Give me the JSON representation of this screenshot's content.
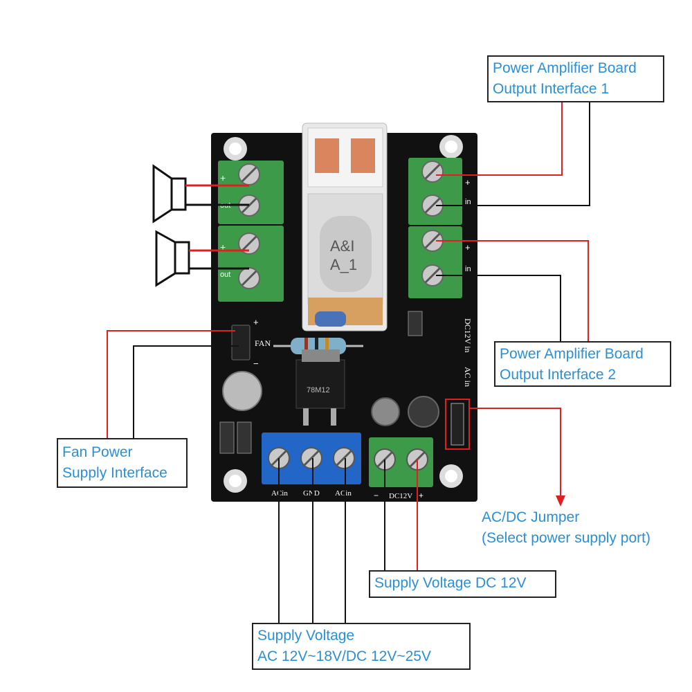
{
  "callouts": {
    "output1": {
      "line1": "Power Amplifier Board",
      "line2": "Output Interface 1"
    },
    "output2": {
      "line1": "Power Amplifier Board",
      "line2": "Output Interface 2"
    },
    "fan": {
      "line1": "Fan Power",
      "line2": "Supply Interface"
    },
    "jumper": {
      "line1": "AC/DC Jumper",
      "line2": "(Select power supply port)"
    },
    "dc12": {
      "line1": "Supply Voltage DC 12V"
    },
    "supply": {
      "line1": "Supply Voltage",
      "line2": "AC 12V~18V/DC 12V~25V"
    }
  },
  "board": {
    "relay_label_1": "A&I",
    "relay_label_2": "A_1",
    "regulator_label": "78M12",
    "fan_label": "FAN",
    "dc_in_label": "DC12V in",
    "ac_in_label": "AC in",
    "bottom_labels": [
      "ACin",
      "GND",
      "ACin"
    ],
    "dc_label": "DC12V",
    "plus": "+",
    "minus": "−",
    "in_label": "in",
    "out_label": "out"
  },
  "colors": {
    "label_blue": "#2b8fd6",
    "wire_red": "#e02020",
    "wire_black": "#111111",
    "pcb_black": "#111111",
    "terminal_green": "#3d9a48",
    "terminal_blue": "#2266c8"
  }
}
